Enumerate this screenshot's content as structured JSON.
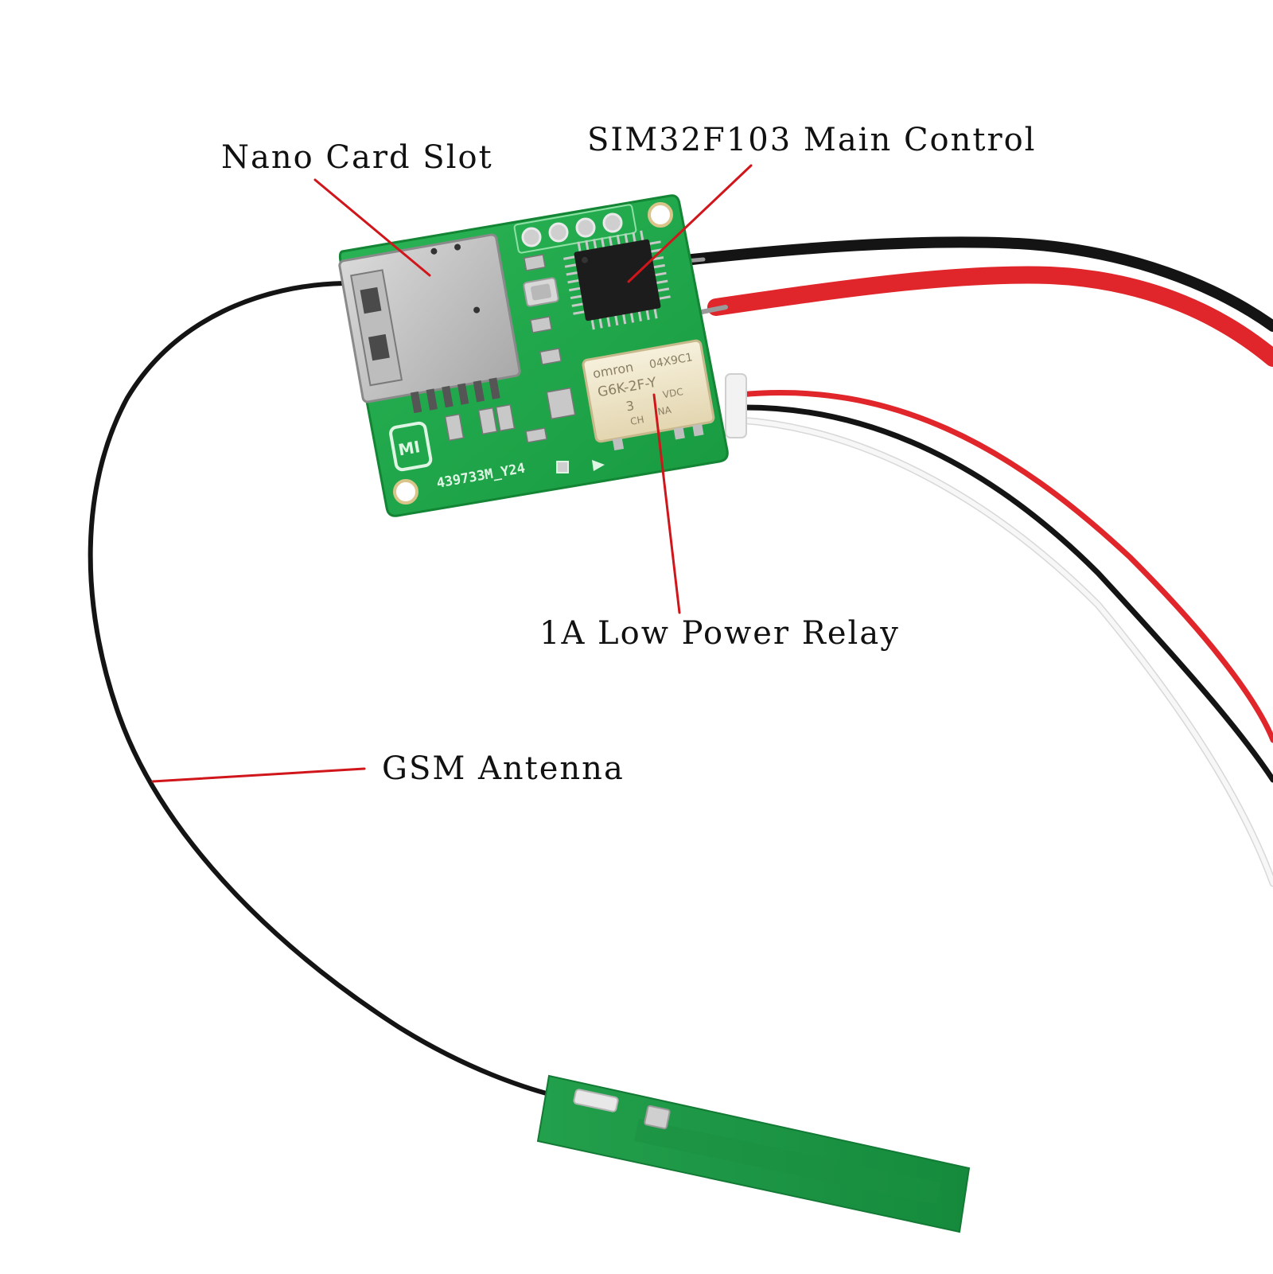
{
  "labels": {
    "nano_card_slot": "Nano Card Slot",
    "main_control": "SIM32F103 Main Control",
    "relay": "1A Low Power Relay",
    "gsm_antenna": "GSM Antenna"
  },
  "board_markings": {
    "pcb_id": "439733M_Y24",
    "relay_brand": "omron",
    "relay_model": "G6K-2F-Y",
    "relay_code": "04X9C1",
    "relay_voltage": "3",
    "relay_vdc": "VDC",
    "relay_ch": "CH",
    "relay_na": "NA",
    "logo": "MI"
  },
  "colors": {
    "pcb_green": "#1fa64a",
    "leader_red": "#d0161b",
    "wire_black": "#141414",
    "wire_red": "#e0262a",
    "wire_white": "#f4f4f4"
  }
}
